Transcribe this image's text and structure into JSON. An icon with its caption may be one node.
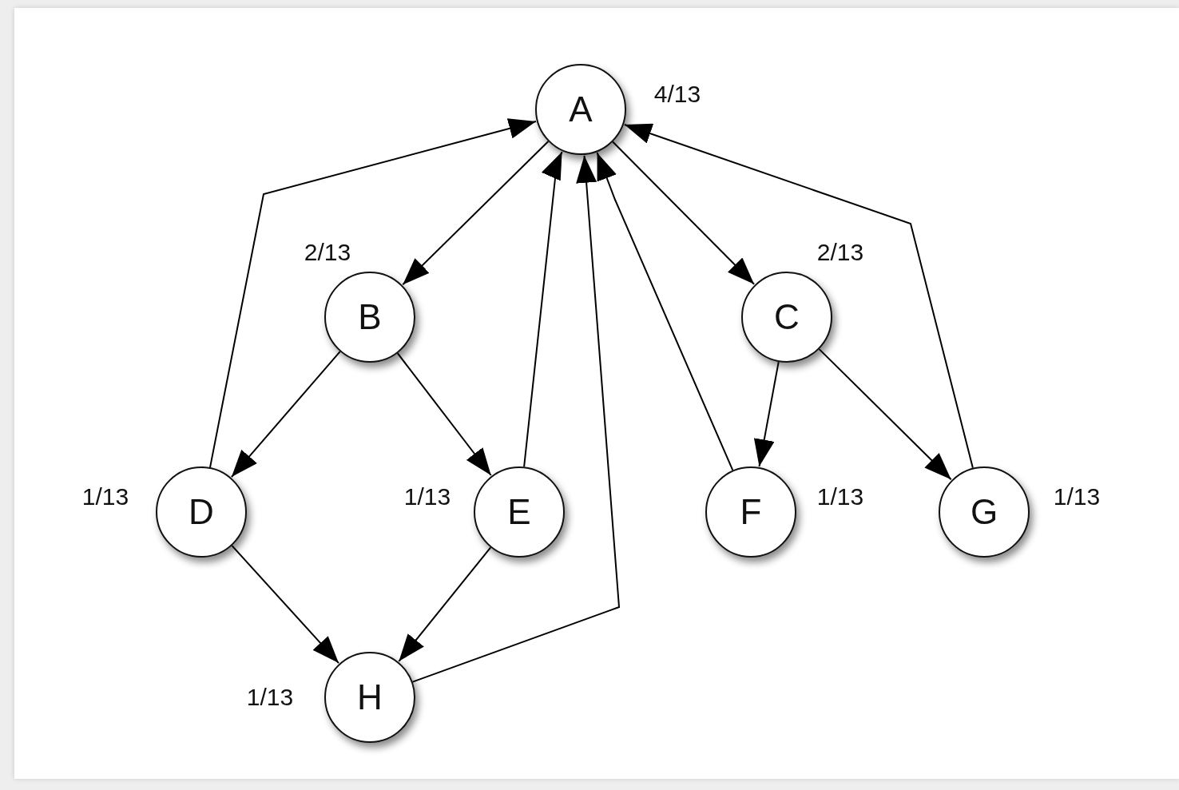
{
  "diagram": {
    "nodes": [
      {
        "text": [
          "A"
        ],
        "beside": [
          "4/13"
        ]
      },
      {
        "text": [
          "B"
        ],
        "beside": [
          "2/13"
        ]
      },
      {
        "text": [
          "C"
        ],
        "beside": [
          "2/13"
        ]
      },
      {
        "text": [
          "D"
        ],
        "beside": [
          "1/13"
        ]
      },
      {
        "text": [
          "E"
        ],
        "beside": [
          "1/13"
        ]
      },
      {
        "text": [
          "F"
        ],
        "beside": [
          "1/13"
        ]
      },
      {
        "text": [
          "G"
        ],
        "beside": [
          "1/13"
        ]
      },
      {
        "text": [
          "H"
        ],
        "beside": [
          "1/13"
        ]
      }
    ],
    "edges": [
      {
        "from": 0,
        "to": 1,
        "arrow": "to"
      },
      {
        "from": 0,
        "to": 2,
        "arrow": "to"
      },
      {
        "from": 1,
        "to": 3,
        "arrow": "to"
      },
      {
        "from": 1,
        "to": 4,
        "arrow": "to"
      },
      {
        "from": 2,
        "to": 5,
        "arrow": "to"
      },
      {
        "from": 2,
        "to": 6,
        "arrow": "to"
      },
      {
        "from": 3,
        "to": 7,
        "arrow": "to"
      },
      {
        "from": 4,
        "to": 7,
        "arrow": "to"
      },
      {
        "from": 3,
        "to": 0,
        "arrow": "to"
      },
      {
        "from": 4,
        "to": 0,
        "arrow": "to"
      },
      {
        "from": 7,
        "to": 0,
        "arrow": "to"
      },
      {
        "from": 5,
        "to": 0,
        "arrow": "to"
      },
      {
        "from": 6,
        "to": 0,
        "arrow": "to"
      }
    ]
  }
}
